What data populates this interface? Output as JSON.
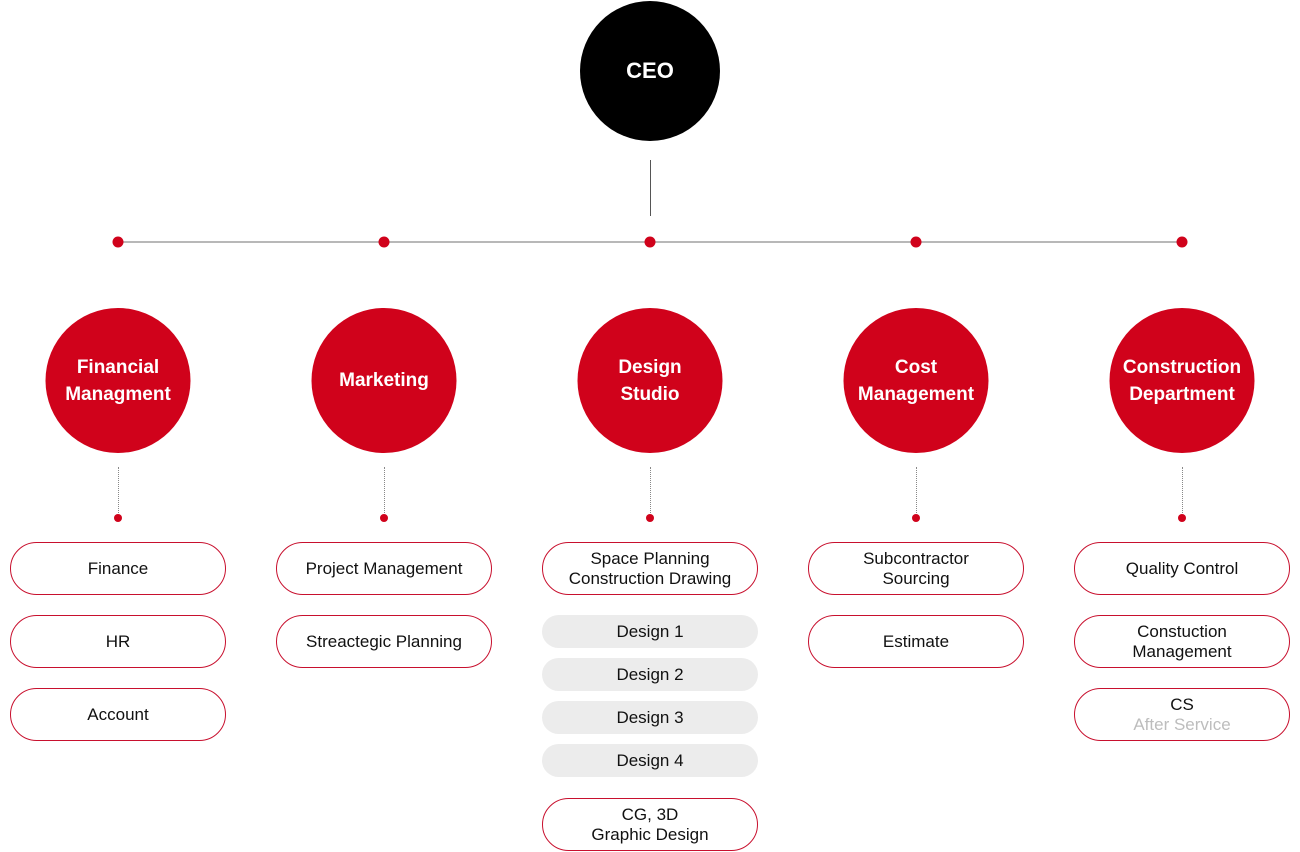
{
  "ceo": {
    "label": "CEO"
  },
  "colors": {
    "accent": "#d0021b",
    "ceo": "#000000",
    "sub_item": "#ececec"
  },
  "departments": [
    {
      "name": "Financial\nManagment",
      "items": [
        "Finance",
        "HR",
        "Account"
      ]
    },
    {
      "name": "Marketing",
      "items": [
        "Project Management",
        "Streactegic Planning"
      ]
    },
    {
      "name": "Design\nStudio",
      "lead": "Space Planning\nConstruction Drawing",
      "sub_items": [
        "Design 1",
        "Design 2",
        "Design 3",
        "Design 4"
      ],
      "tail": "CG, 3D\nGraphic Design"
    },
    {
      "name": "Cost\nManagement",
      "items": [
        "Subcontractor\nSourcing",
        "Estimate"
      ]
    },
    {
      "name": "Construction\nDepartment",
      "items": [
        "Quality Control",
        "Constuction\nManagement"
      ],
      "cs": {
        "label": "CS",
        "sub": "After Service"
      }
    }
  ]
}
